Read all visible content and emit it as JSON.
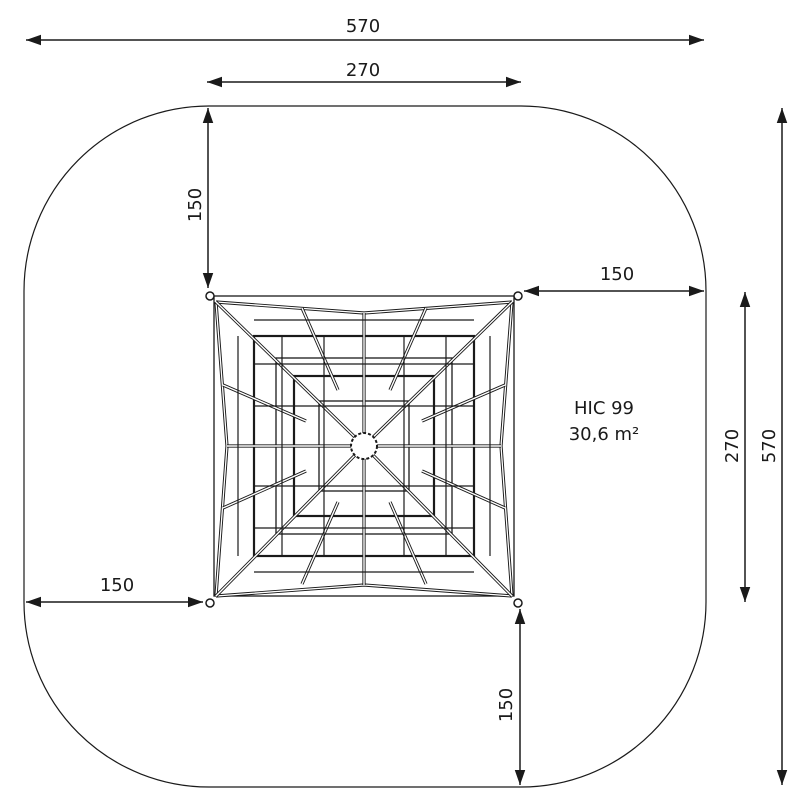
{
  "dimensions": {
    "overall_width": "570",
    "equipment_width": "270",
    "top_clearance": "150",
    "right_clearance": "150",
    "left_clearance": "150",
    "bottom_clearance": "150",
    "equipment_depth": "270",
    "overall_depth": "570"
  },
  "info": {
    "hic": "HIC 99",
    "area": "30,6 m²"
  },
  "colors": {
    "line": "#1a1a1a"
  }
}
